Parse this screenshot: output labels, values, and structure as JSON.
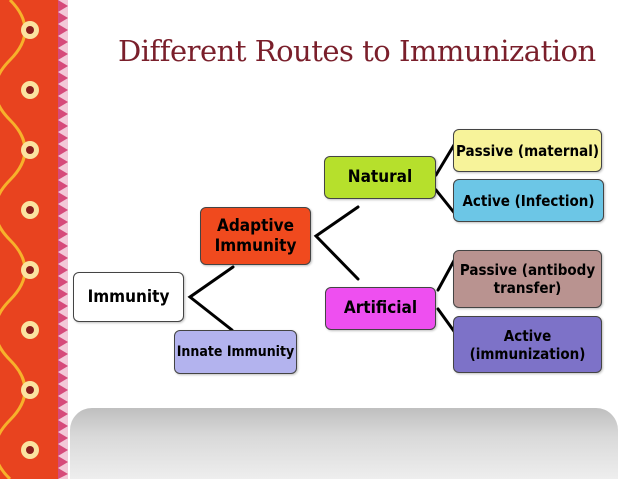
{
  "title": "Different Routes to Immunization",
  "nodes": {
    "immunity": "Immunity",
    "adaptive": "Adaptive Immunity",
    "innate": "Innate Immunity",
    "natural": "Natural",
    "artificial": "Artificial",
    "passive_maternal": "Passive (maternal)",
    "active_infection": "Active (Infection)",
    "passive_antibody": "Passive (antibody transfer)",
    "active_immunization": "Active (immunization)"
  },
  "colors": {
    "adaptive": "#f04a1e",
    "innate": "#b3b3ee",
    "natural": "#b6e02c",
    "artificial": "#ee4ff0",
    "passive_maternal": "#f7f39a",
    "active_infection": "#6cc6e6",
    "passive_antibody": "#b99390",
    "active_immunization": "#7d72c8",
    "border": "#e8431f"
  }
}
